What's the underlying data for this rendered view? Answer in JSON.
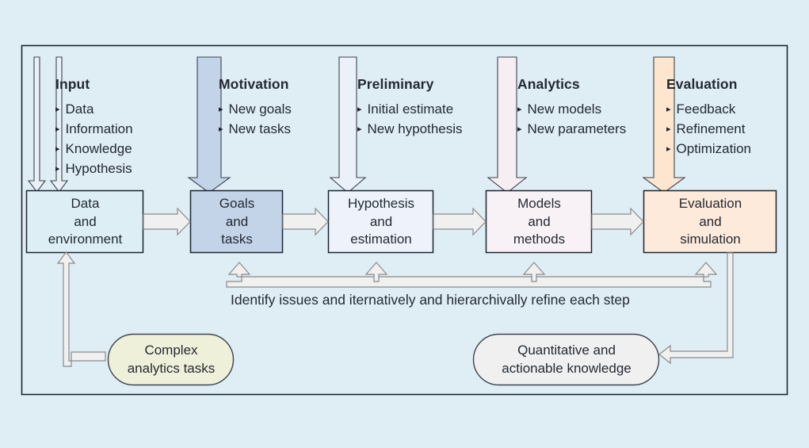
{
  "figure": {
    "background_color": "#dfedf5",
    "frame_color": "#1b2430",
    "caption": "Identify issues and iternatively and hierarchivally refine each step"
  },
  "columns": [
    {
      "title": "Input",
      "bullets": [
        "Data",
        "Information",
        "Knowledge",
        "Hypothesis"
      ],
      "inflow_arrow": {
        "style": "double-thin-outline",
        "fill": "#e9f1f7"
      },
      "stage": {
        "lines": [
          "Data",
          "and",
          "environment"
        ],
        "fill": "#ddeef5",
        "border": "#1b2430"
      }
    },
    {
      "title": "Motivation",
      "bullets": [
        "New goals",
        "New tasks"
      ],
      "inflow_arrow": {
        "style": "thick-filled",
        "fill": "#c3d3e8"
      },
      "stage": {
        "lines": [
          "Goals",
          "and",
          "tasks"
        ],
        "fill": "#c3d3e8",
        "border": "#1b2430"
      }
    },
    {
      "title": "Preliminary",
      "bullets": [
        "Initial estimate",
        "New hypothesis"
      ],
      "inflow_arrow": {
        "style": "thick-filled",
        "fill": "#eaf1f9"
      },
      "stage": {
        "lines": [
          "Hypothesis",
          "and",
          "estimation"
        ],
        "fill": "#eef3fb",
        "border": "#1b2430"
      }
    },
    {
      "title": "Analytics",
      "bullets": [
        "New models",
        "New parameters"
      ],
      "inflow_arrow": {
        "style": "thick-filled",
        "fill": "#f6eef3"
      },
      "stage": {
        "lines": [
          "Models",
          "and",
          "methods"
        ],
        "fill": "#f8f1f6",
        "border": "#1b2430"
      }
    },
    {
      "title": "Evaluation",
      "bullets": [
        "Feedback",
        "Refinement",
        "Optimization"
      ],
      "inflow_arrow": {
        "style": "thick-filled",
        "fill": "#fde5ce"
      },
      "stage": {
        "lines": [
          "Evaluation",
          "and",
          "simulation"
        ],
        "fill": "#fdeada",
        "border": "#1b2430"
      }
    }
  ],
  "flow_arrows": {
    "count": 4,
    "fill": "#f0f0f0",
    "stroke": "#8a8a8a",
    "direction": "left-to-right"
  },
  "feedback": {
    "riser_count": 4,
    "fill": "#f0f0f0",
    "stroke": "#8a8a8a",
    "description": "upward arrows from feedback bus into stages 2-5"
  },
  "outputs": [
    {
      "lines": [
        "Complex",
        "analytics tasks"
      ],
      "fill": "#eff0d9",
      "border": "#3c4450",
      "target": "Data and environment",
      "arrow_direction": "left-then-up"
    },
    {
      "lines": [
        "Quantitative and",
        "actionable knowledge"
      ],
      "fill": "#f0f0f0",
      "border": "#3c4450",
      "source": "Evaluation and simulation",
      "arrow_direction": "down-then-left"
    }
  ],
  "bullet_glyph": "▸"
}
